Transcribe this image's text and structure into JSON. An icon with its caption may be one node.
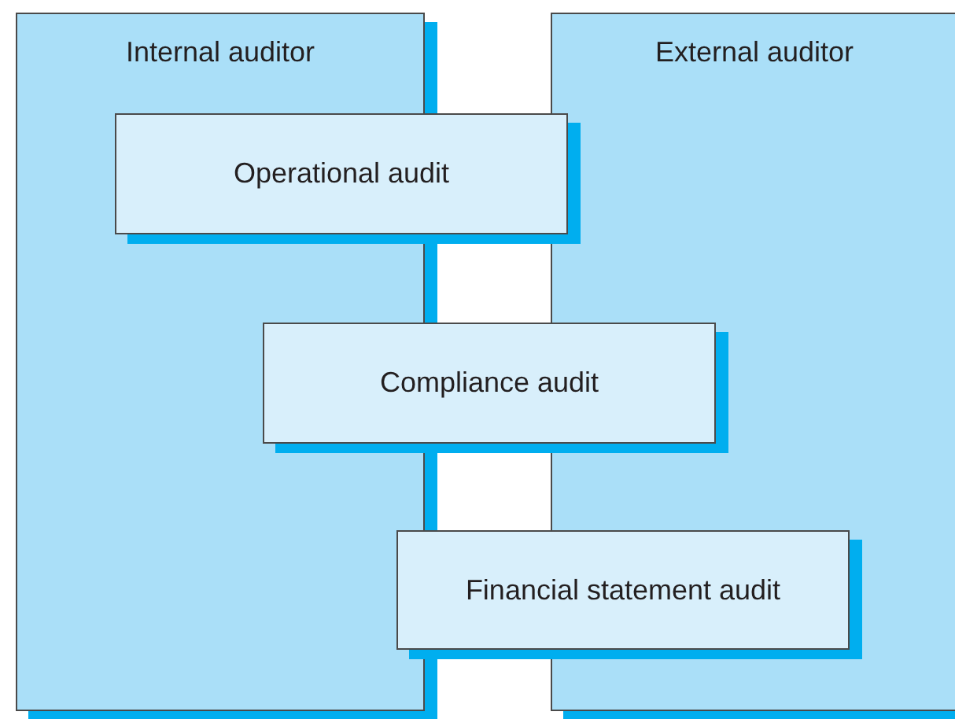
{
  "diagram": {
    "nodes": [
      {
        "text": [
          "Internal auditor"
        ]
      },
      {
        "text": [
          "External auditor"
        ]
      },
      {
        "text": [
          "Operational audit"
        ]
      },
      {
        "text": [
          "Compliance audit"
        ]
      },
      {
        "text": [
          "Financial statement audit"
        ]
      }
    ]
  }
}
